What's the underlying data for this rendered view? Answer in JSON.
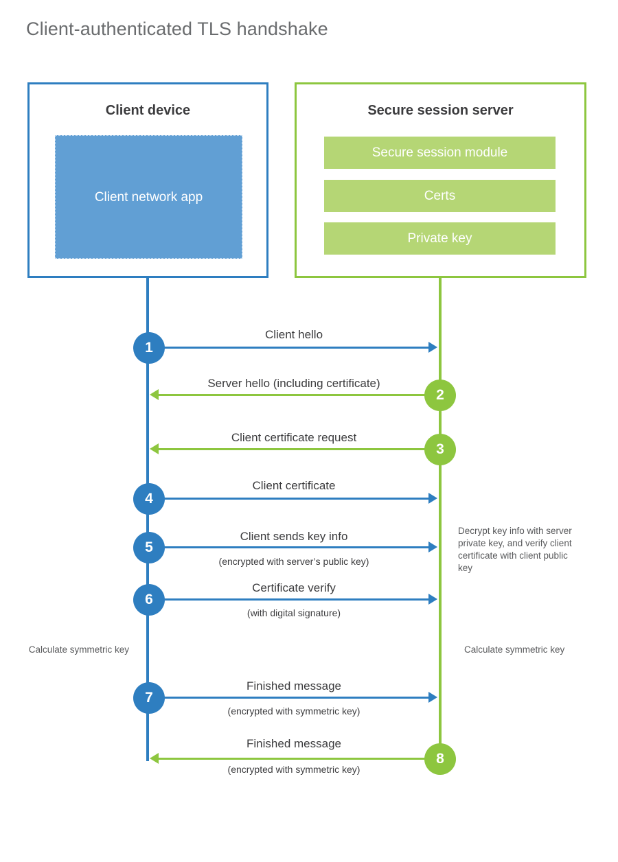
{
  "title": "Client-authenticated TLS handshake",
  "colors": {
    "blue": "#2e7ec0",
    "green": "#8dc63f",
    "blue_fill": "#619fd4",
    "green_fill": "#b5d675",
    "text": "#3b3b3d",
    "title_text": "#6a6c6e",
    "note_text": "#58595b",
    "background": "#ffffff"
  },
  "client": {
    "title": "Client device",
    "app_label": "Client network app"
  },
  "server": {
    "title": "Secure session server",
    "modules": [
      {
        "label": "Secure session module"
      },
      {
        "label": "Certs"
      },
      {
        "label": "Private key"
      }
    ]
  },
  "steps": [
    {
      "number": "1",
      "label": "Client hello",
      "sub": "",
      "direction": "client-to-server",
      "color": "blue"
    },
    {
      "number": "2",
      "label": "Server hello (including certificate)",
      "sub": "",
      "direction": "server-to-client",
      "color": "green"
    },
    {
      "number": "3",
      "label": "Client certificate request",
      "sub": "",
      "direction": "server-to-client",
      "color": "green"
    },
    {
      "number": "4",
      "label": "Client certificate",
      "sub": "",
      "direction": "client-to-server",
      "color": "blue"
    },
    {
      "number": "5",
      "label": "Client sends key info",
      "sub": "(encrypted with server’s public key)",
      "direction": "client-to-server",
      "color": "blue"
    },
    {
      "number": "6",
      "label": "Certificate verify",
      "sub": "(with digital signature)",
      "direction": "client-to-server",
      "color": "blue"
    },
    {
      "number": "7",
      "label": "Finished message",
      "sub": "(encrypted with symmetric key)",
      "direction": "client-to-server",
      "color": "blue"
    },
    {
      "number": "8",
      "label": "Finished message",
      "sub": "(encrypted with symmetric key)",
      "direction": "server-to-client",
      "color": "green"
    }
  ],
  "notes": {
    "server_decrypt": "Decrypt key info with server private key, and verify client certificate with client public key",
    "client_calculate": "Calculate symmetric key",
    "server_calculate": "Calculate symmetric key"
  }
}
